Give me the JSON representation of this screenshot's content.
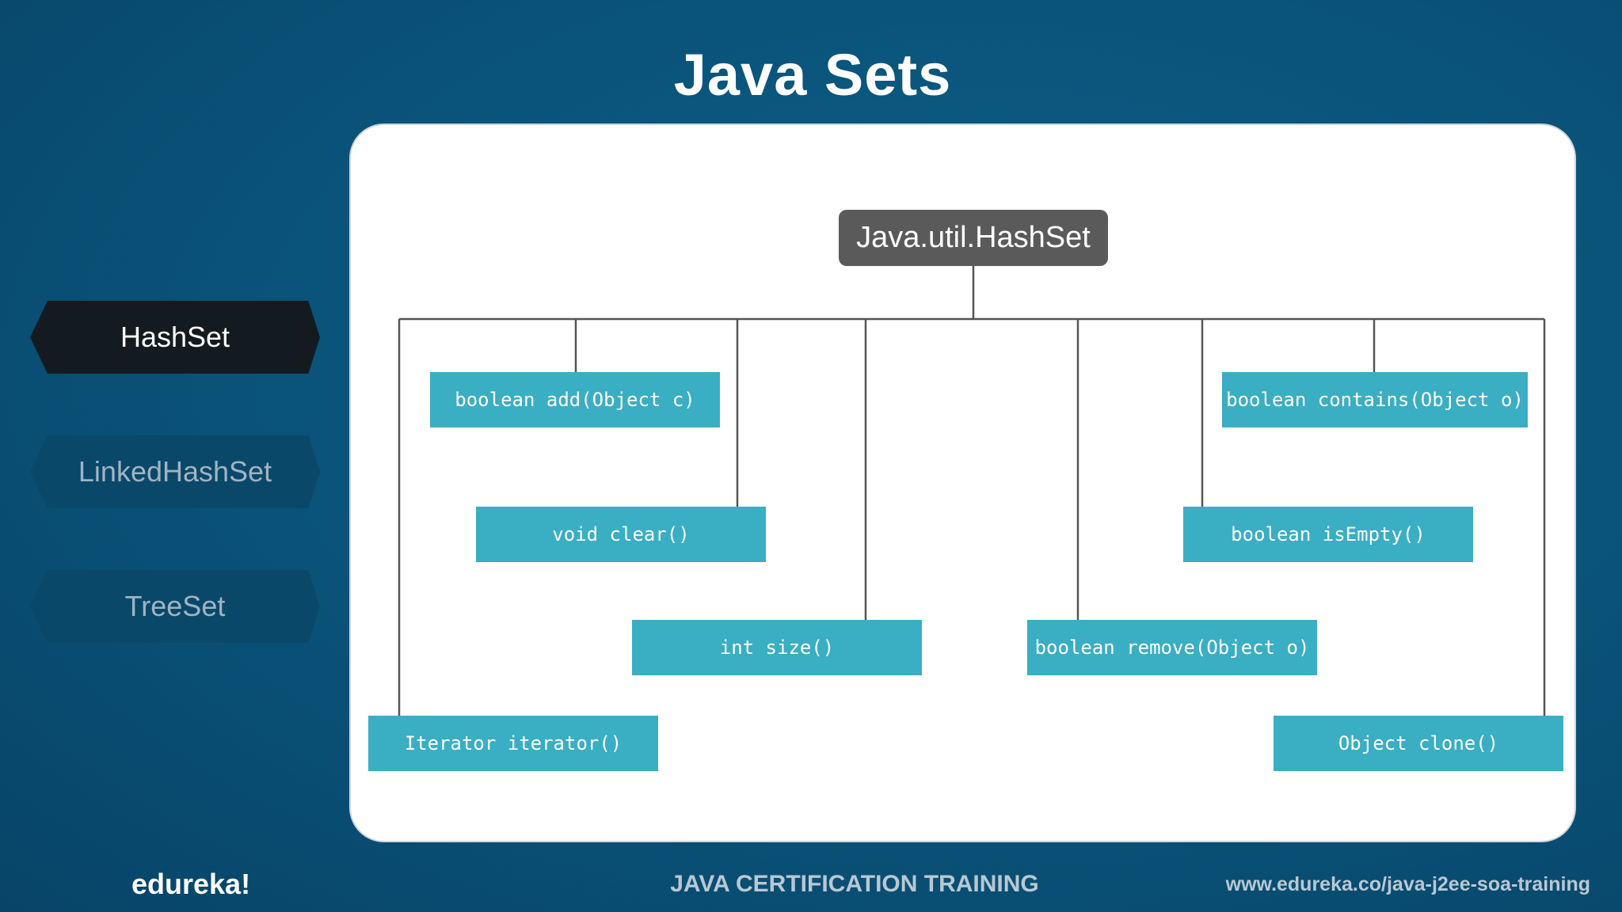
{
  "slide": {
    "title": "Java Sets"
  },
  "sidebar": {
    "tabs": [
      {
        "label": "HashSet",
        "active": true
      },
      {
        "label": "LinkedHashSet",
        "active": false
      },
      {
        "label": "TreeSet",
        "active": false
      }
    ]
  },
  "diagram": {
    "root": "Java.util.HashSet",
    "methods": [
      "boolean add(Object c)",
      "boolean contains(Object o)",
      "void clear()",
      "boolean isEmpty()",
      "int size()",
      "boolean remove(Object o)",
      "Iterator iterator()",
      "Object clone()"
    ]
  },
  "footer": {
    "logo": "edureka!",
    "course": "JAVA CERTIFICATION TRAINING",
    "url": "www.edureka.co/java-j2ee-soa-training"
  },
  "colors": {
    "background": "#0a5278",
    "method_box": "#3aaec3",
    "root_box": "#5a5a5a",
    "active_tab": "#141b20",
    "inactive_tab": "#0a486a"
  }
}
